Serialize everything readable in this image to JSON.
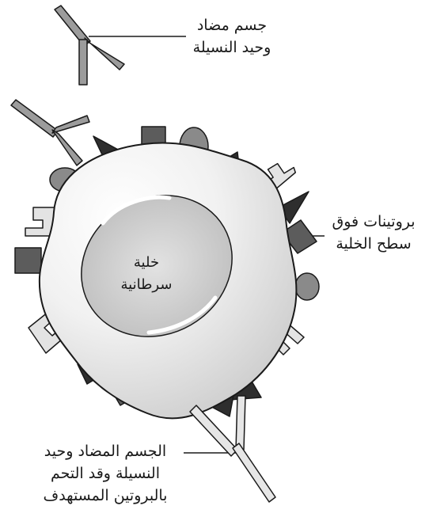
{
  "labels": {
    "antibody_line1": "جسم مضاد",
    "antibody_line2": "وحيد النسيلة",
    "proteins_line1": "بروتينات فوق",
    "proteins_line2": "سطح الخلية",
    "bound_line1": "الجسم المضاد وحيد",
    "bound_line2": "النسيلة وقد التحم",
    "bound_line3": "بالبروتين المستهدف",
    "cell_line1": "خلية",
    "cell_line2": "سرطانية"
  },
  "colors": {
    "antibody_fill": "#9c9c9c",
    "bound_antibody_fill": "#e6e6e6",
    "receptor_fill": "#e3e3e3",
    "square_fill": "#5c5c5c",
    "triangle_fill": "#2e2e2e",
    "bump_fill": "#8a8a8a",
    "cell_fill": "#e9e9e9",
    "nucleus_fill": "#cfcfcf",
    "outline": "#1a1a1a"
  }
}
